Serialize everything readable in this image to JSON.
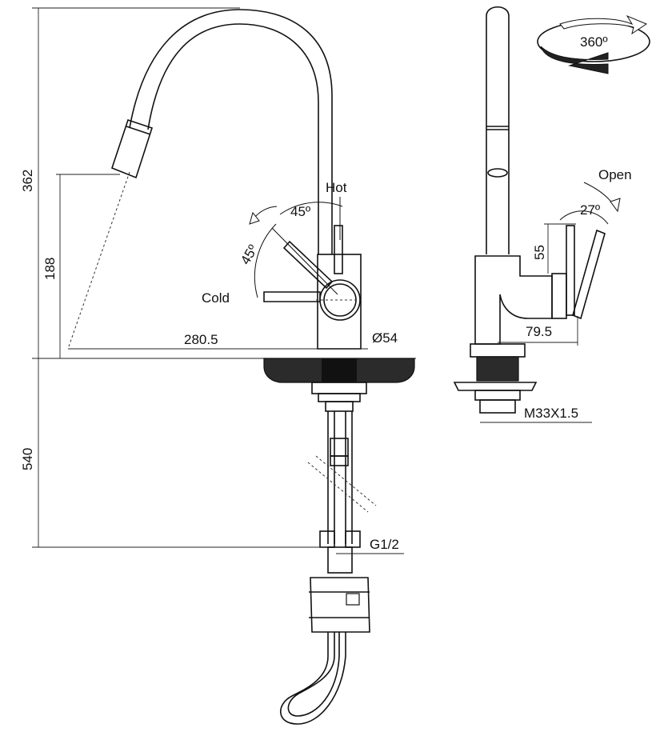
{
  "front_view": {
    "height_total": "362",
    "height_outlet": "188",
    "reach": "280.5",
    "base_diameter": "Ø54",
    "hot_label": "Hot",
    "cold_label": "Cold",
    "angle_top": "45º",
    "angle_side": "45º",
    "hose_length": "540",
    "hose_thread": "G1/2"
  },
  "side_view": {
    "rotation": "360º",
    "open_label": "Open",
    "open_angle": "27º",
    "lever_height": "55",
    "lever_reach": "79.5",
    "shank_thread": "M33X1.5"
  }
}
